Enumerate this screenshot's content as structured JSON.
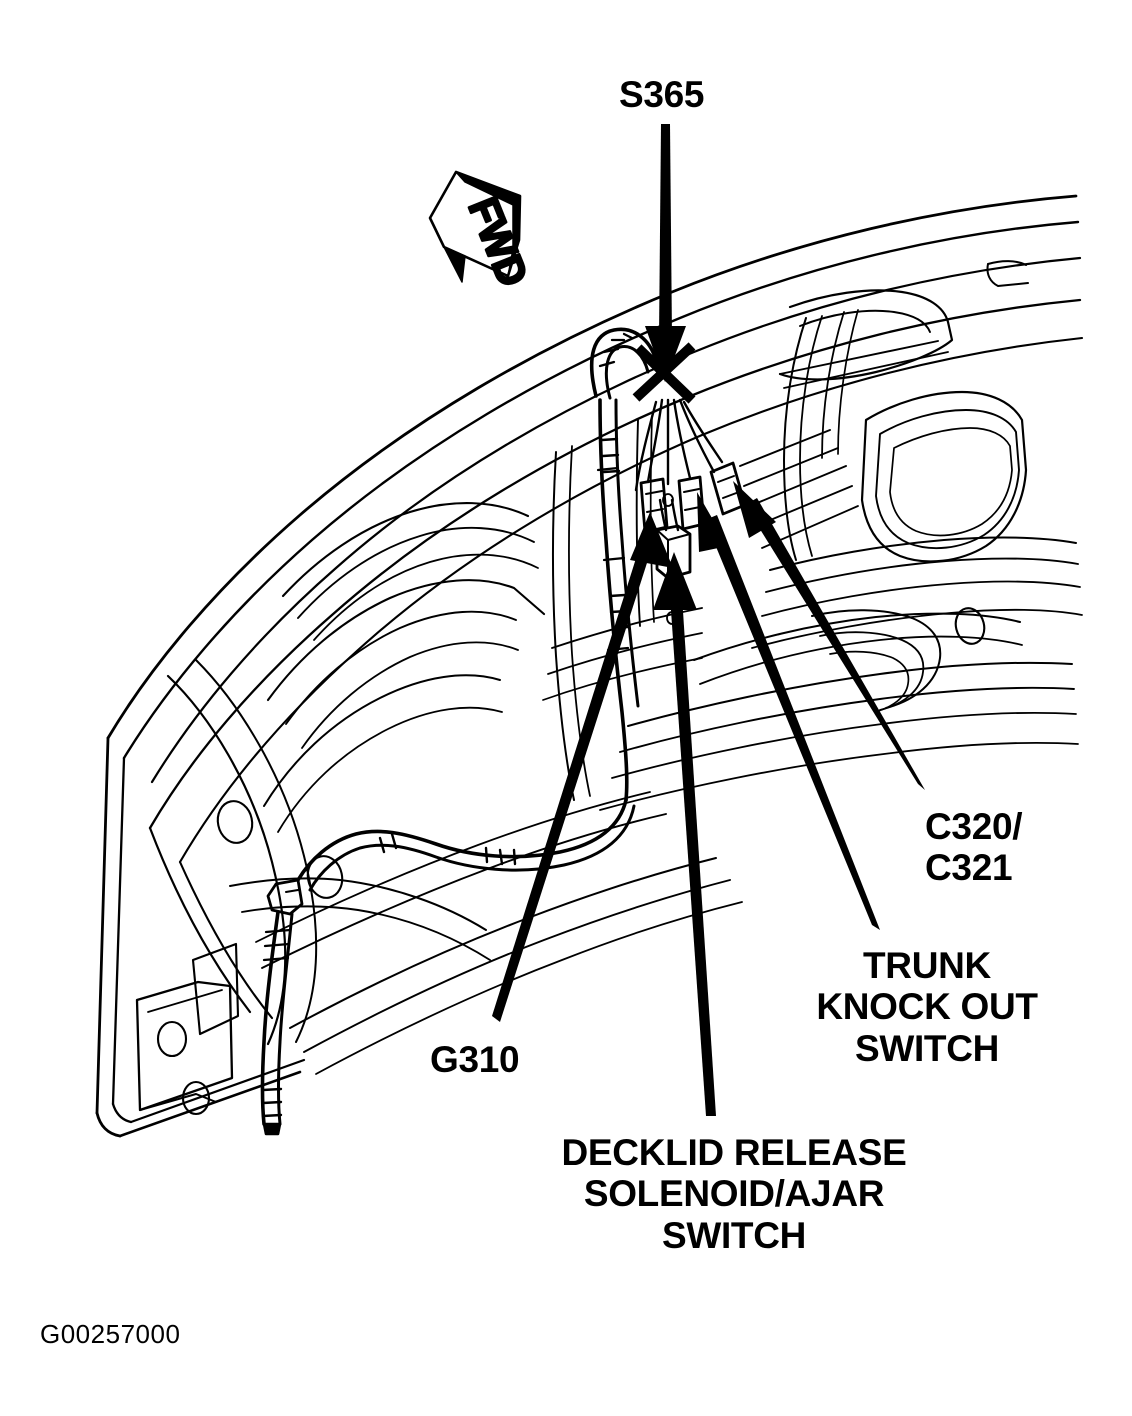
{
  "figure": {
    "type": "automotive-wiring-location-diagram",
    "subject": "Decklid / trunk lid wiring harness component locations",
    "id_code": "G00257000",
    "orientation_marker": "FWD"
  },
  "labels": {
    "splice": "S365",
    "connectors": "C320/\nC321",
    "knock_out_switch": "TRUNK\nKNOCK OUT\nSWITCH",
    "ground": "G310",
    "solenoid": "DECKLID RELEASE\nSOLENOID/AJAR\nSWITCH"
  },
  "callouts": [
    {
      "name": "s365-callout",
      "text": "S365",
      "points_to": "wire splice X-mark at top of harness bundle",
      "arrow_direction": "down"
    },
    {
      "name": "c320-c321-callout",
      "text": "C320/ C321",
      "points_to": "right-hand pair of inline connectors",
      "arrow_direction": "up-left"
    },
    {
      "name": "trunk-knock-out-switch-callout",
      "text": "TRUNK KNOCK OUT SWITCH",
      "points_to": "third connector in cluster",
      "arrow_direction": "up-left"
    },
    {
      "name": "g310-callout",
      "text": "G310",
      "points_to": "ground eyelet on harness run",
      "arrow_direction": "up-right"
    },
    {
      "name": "decklid-release-solenoid-callout",
      "text": "DECKLID RELEASE SOLENOID/AJAR SWITCH",
      "points_to": "lower center connector",
      "arrow_direction": "up"
    }
  ],
  "footer": {
    "id": "G00257000"
  },
  "colors": {
    "line": "#000000",
    "background": "#ffffff"
  }
}
